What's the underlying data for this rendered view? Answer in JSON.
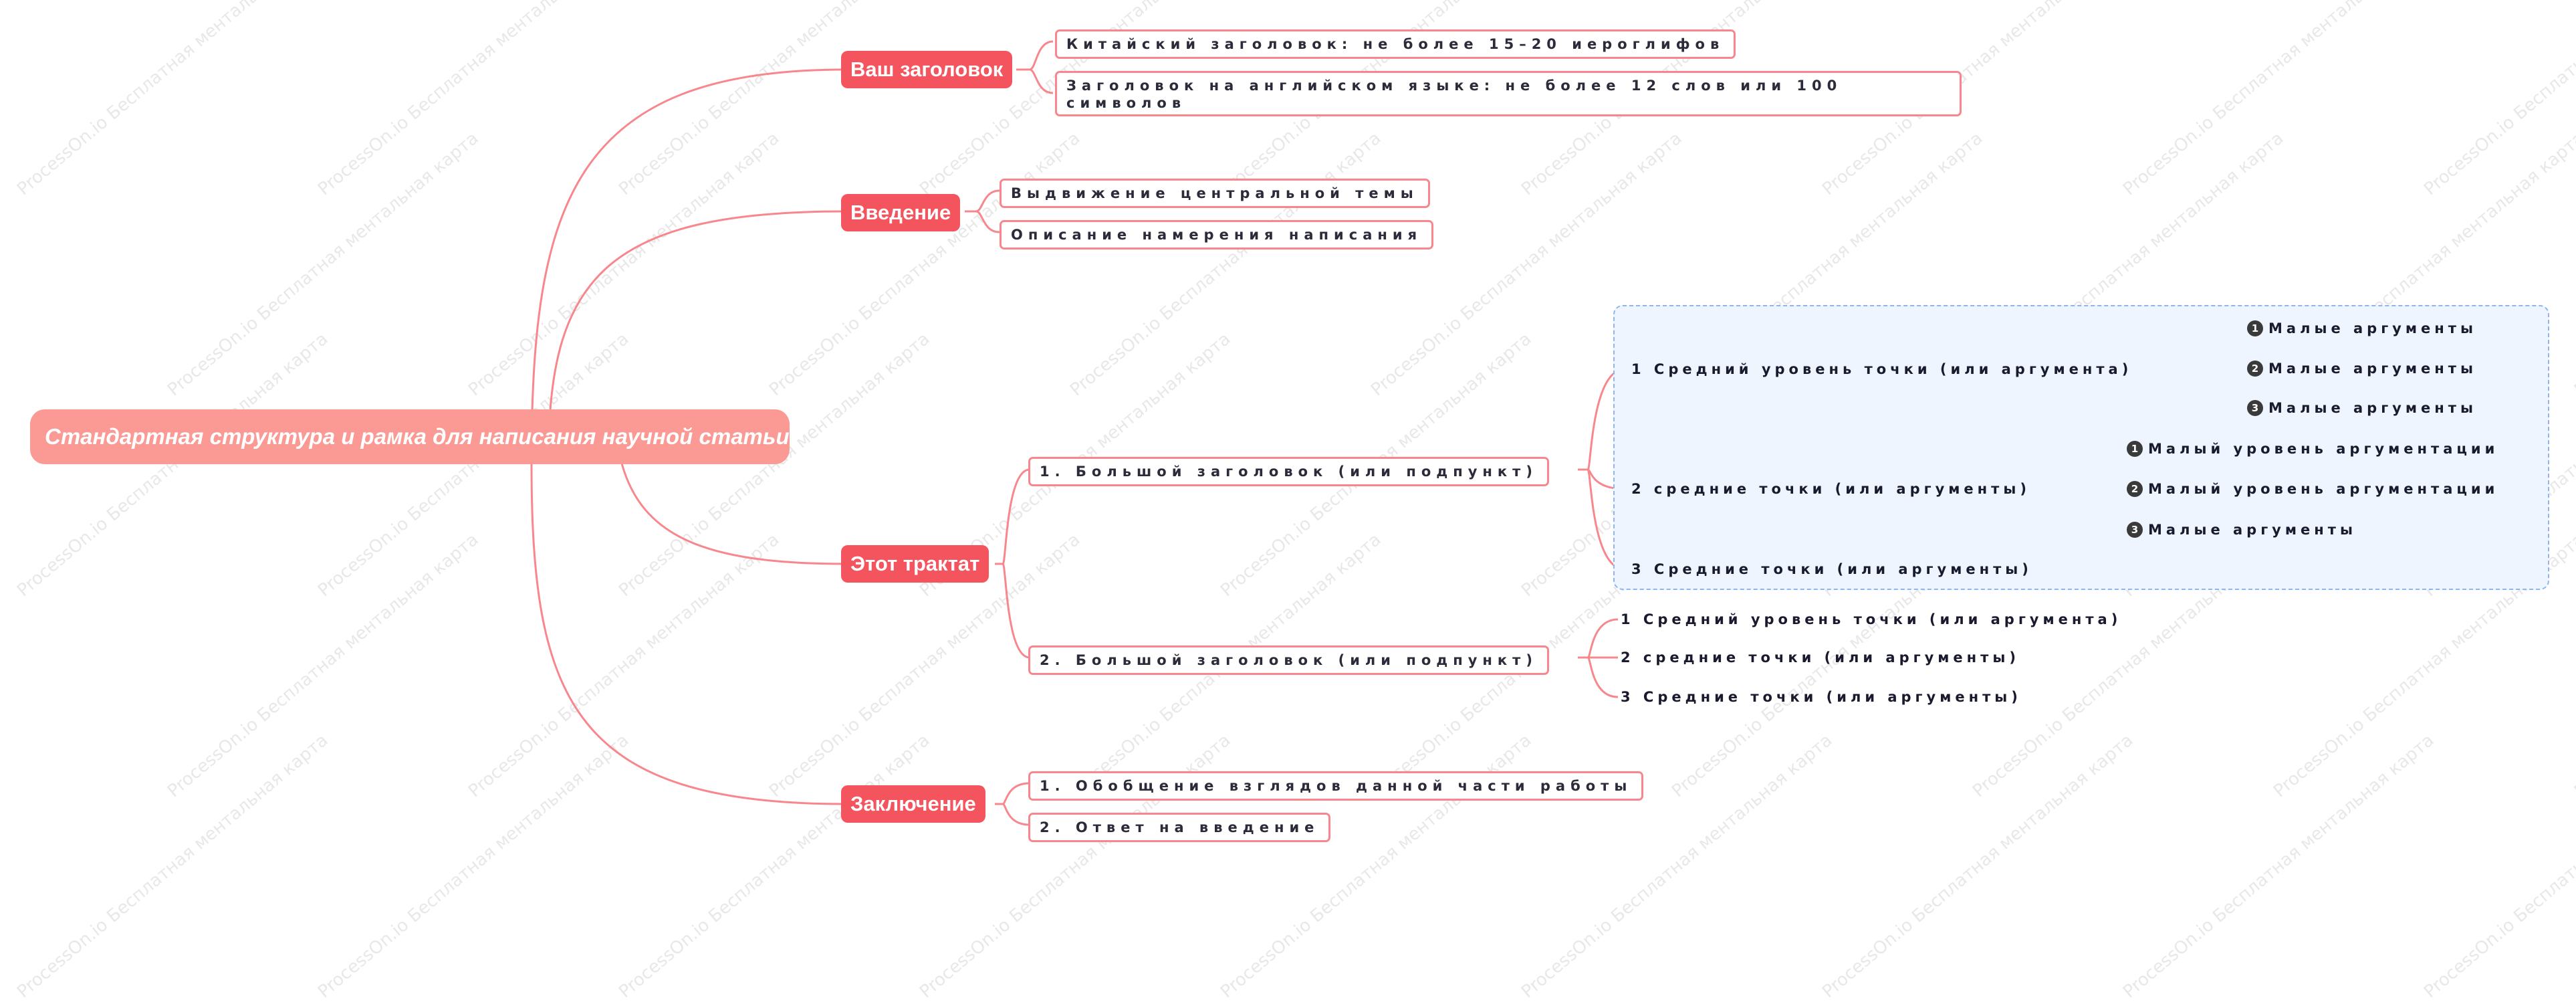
{
  "diagram": {
    "root": {
      "label": "Стандартная структура и рамка для написания научной статьи"
    },
    "title_branch": {
      "label": "Ваш заголовок",
      "items": [
        "Китайский заголовок: не более 15–20 иероглифов",
        "Заголовок на английском языке: не более 12 слов или 100 символов"
      ]
    },
    "intro_branch": {
      "label": "Введение",
      "items": [
        "Выдвижение центральной темы",
        "Описание намерения написания"
      ]
    },
    "body_branch": {
      "label": "Этот трактат",
      "section1": {
        "label": "1.  Большой заголовок (или подпункт)",
        "sub1": {
          "label": "1 Средний уровень точки (или аргумента)",
          "leaves": [
            "Малые аргументы",
            "Малые аргументы",
            "Малые аргументы"
          ],
          "numbers": [
            "1",
            "2",
            "3"
          ]
        },
        "sub2": {
          "label": "2 средние точки (или аргументы)",
          "leaves": [
            "Малый уровень аргументации",
            "Малый уровень аргументации",
            "Малые аргументы"
          ],
          "numbers": [
            "1",
            "2",
            "3"
          ]
        },
        "sub3": {
          "label": "3 Средние точки (или аргументы)"
        }
      },
      "section2": {
        "label": "2.  Большой заголовок (или подпункт)",
        "items": [
          "1 Средний уровень точки (или аргумента)",
          "2 средние точки (или аргументы)",
          "3 Средние точки (или аргументы)"
        ]
      }
    },
    "conclusion_branch": {
      "label": "Заключение",
      "items": [
        "1. Обобщение взглядов данной части работы",
        "2. Ответ на введение"
      ]
    },
    "watermark": "ProcessOn.io Бесплатная ментальная карта"
  },
  "colors": {
    "root_fill": "#fb9a95",
    "branch_fill": "#f4545e",
    "connector": "#f8878d",
    "frame_fill": "#eef5ff",
    "frame_border": "#8fb5ec",
    "number_badge": "#3a3a3a"
  }
}
